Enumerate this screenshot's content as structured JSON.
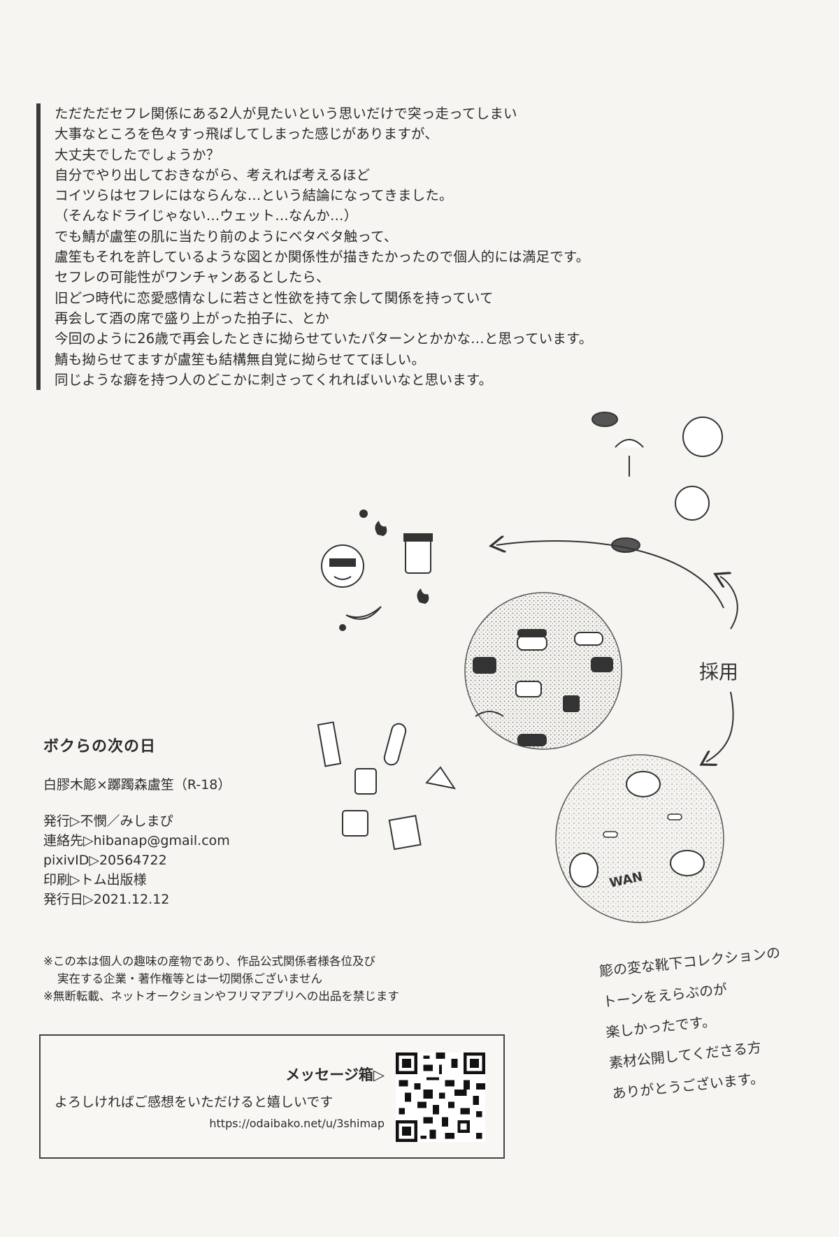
{
  "afterword": {
    "lines": [
      "ただただセフレ関係にある2人が見たいという思いだけで突っ走ってしまい",
      "大事なところを色々すっ飛ばしてしまった感じがありますが、",
      "大丈夫でしたでしょうか？",
      "自分でやり出しておきながら、考えれば考えるほど",
      "コイツらはセフレにはならんな…という結論になってきました。",
      "（そんなドライじゃない…ウェット…なんか…）",
      "でも鯖が盧笙の肌に当たり前のようにベタベタ触って、",
      "盧笙もそれを許しているような図とか関係性が描きたかったので個人的には満足です。",
      "セフレの可能性がワンチャンあるとしたら、",
      "旧どつ時代に恋愛感情なしに若さと性欲を持て余して関係を持っていて",
      "再会して酒の席で盛り上がった拍子に、とか",
      "今回のように26歳で再会したときに拗らせていたパターンとかかな…と思っています。",
      "鯖も拗らせてますが盧笙も結構無自覚に拗らせててほしい。",
      "同じような癖を持つ人のどこかに刺さってくれればいいなと思います。"
    ]
  },
  "colophon": {
    "title": "ボクらの次の日",
    "pairing": "白膠木簓×躑躅森盧笙（R-18）",
    "publisher": "発行▷不憫／みしまぴ",
    "contact": "連絡先▷hibanap@gmail.com",
    "pixiv": "pixivID▷20564722",
    "printer": "印刷▷トム出版様",
    "date": "発行日▷2021.12.12"
  },
  "notes": {
    "line1": "※この本は個人の趣味の産物であり、作品公式関係者様各位及び",
    "line2": "実在する企業・著作権等とは一切関係ございません",
    "line3": "※無断転載、ネットオークションやフリマアプリへの出品を禁じます"
  },
  "message_box": {
    "title": "メッセージ箱▷",
    "subtitle": "よろしければご感想をいただけると嬉しいです",
    "url": "https://odaibako.net/u/3shimap"
  },
  "illustration": {
    "adopt_label": "採用",
    "wan_label": "WAN",
    "hand_note": [
      "簓の変な靴下コレクションの",
      "トーンをえらぶのが",
      "楽しかったです。",
      "素材公開してくださる方",
      "ありがとうございます。"
    ]
  }
}
